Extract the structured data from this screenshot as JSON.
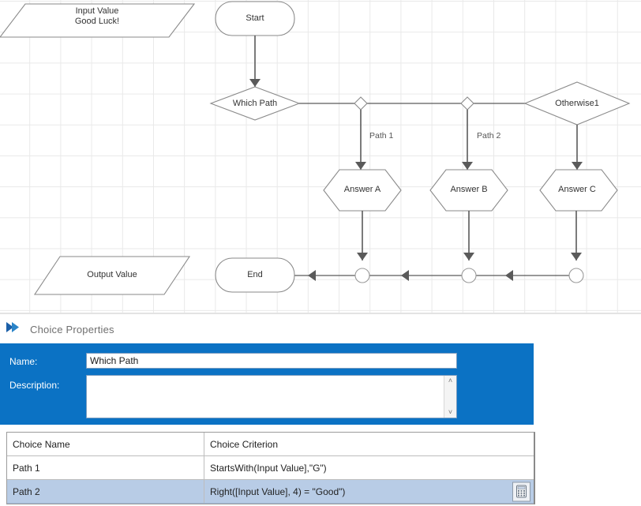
{
  "flowchart": {
    "nodes": [
      {
        "id": "input-value",
        "shape": "parallelogram",
        "line1": "Input Value",
        "line2": "Good Luck!"
      },
      {
        "id": "start",
        "shape": "stadium",
        "label": "Start"
      },
      {
        "id": "which-path",
        "shape": "diamond",
        "label": "Which Path"
      },
      {
        "id": "otherwise1",
        "shape": "diamond",
        "label": "Otherwise1"
      },
      {
        "id": "answer-a",
        "shape": "hexagon",
        "label": "Answer A"
      },
      {
        "id": "answer-b",
        "shape": "hexagon",
        "label": "Answer B"
      },
      {
        "id": "answer-c",
        "shape": "hexagon",
        "label": "Answer C"
      },
      {
        "id": "output-value",
        "shape": "parallelogram",
        "label": "Output Value"
      },
      {
        "id": "end",
        "shape": "stadium",
        "label": "End"
      }
    ],
    "edge_labels": [
      "Path 1",
      "Path 2"
    ]
  },
  "properties_header": {
    "title": "Choice Properties",
    "icon": "blue-arrow-icon"
  },
  "properties_panel": {
    "name_label": "Name:",
    "name_value": "Which Path",
    "name_placeholder": "",
    "description_label": "Description:",
    "description_value": "",
    "description_placeholder": "",
    "scroll_up": "˄",
    "scroll_down": "˅",
    "accent_color": "#0b72c4"
  },
  "choices_table": {
    "columns": [
      "Choice Name",
      "Choice Criterion"
    ],
    "rows": [
      {
        "name": "Path 1",
        "criterion": "StartsWith(Input Value],\"G\")",
        "selected": false
      },
      {
        "name": "Path 2",
        "criterion": "Right([Input Value], 4) = \"Good\")",
        "selected": true
      }
    ],
    "row_action_icon": "calculator-icon",
    "selected_row_color": "#b8cce6"
  }
}
